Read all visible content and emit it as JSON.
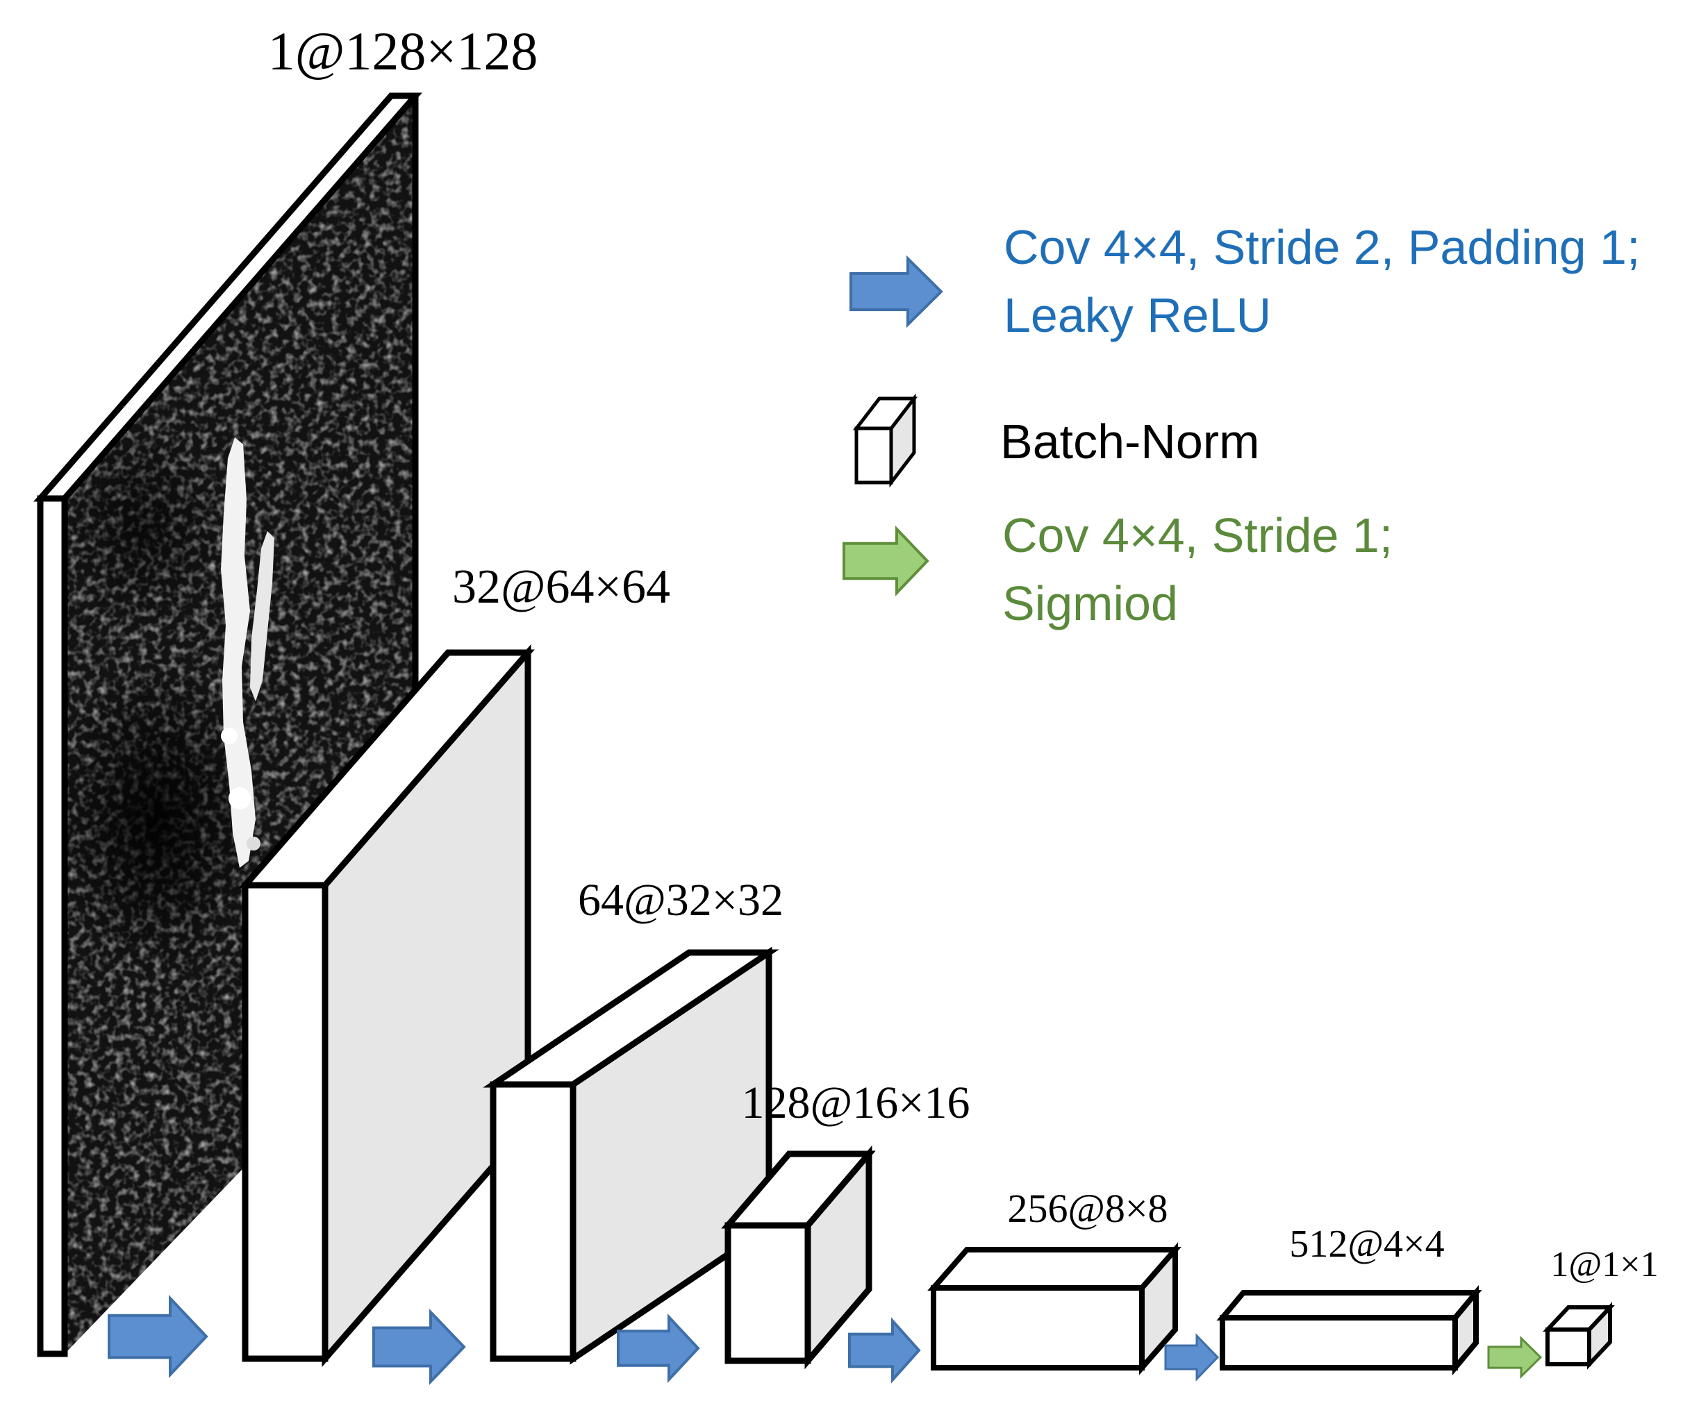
{
  "colors": {
    "blue_arrow_fill": "#5b8fcf",
    "blue_arrow_stroke": "#3f6fa8",
    "green_arrow_fill": "#9dcf7a",
    "green_arrow_stroke": "#5f8f3a",
    "legend_blue_text": "#1f6fb8",
    "legend_green_text": "#5a8a3a",
    "block_front": "#ffffff",
    "block_side": "#e6e6e6",
    "block_edge": "#000000",
    "input_image_background": "#111111"
  },
  "layers": [
    {
      "id": "input",
      "label": "1@128×128"
    },
    {
      "id": "conv1",
      "label": "32@64×64"
    },
    {
      "id": "conv2",
      "label": "64@32×32"
    },
    {
      "id": "conv3",
      "label": "128@16×16"
    },
    {
      "id": "conv4",
      "label": "256@8×8"
    },
    {
      "id": "conv5",
      "label": "512@4×4"
    },
    {
      "id": "output",
      "label": "1@1×1"
    }
  ],
  "legend": {
    "blue_arrow": {
      "icon": "blue-arrow-icon",
      "line1": "Cov 4×4, Stride 2, Padding 1;",
      "line2": "Leaky ReLU"
    },
    "batch_norm": {
      "icon": "cube-icon",
      "label": "Batch-Norm"
    },
    "green_arrow": {
      "icon": "green-arrow-icon",
      "line1": "Cov 4×4, Stride 1;",
      "line2": "Sigmiod"
    }
  }
}
